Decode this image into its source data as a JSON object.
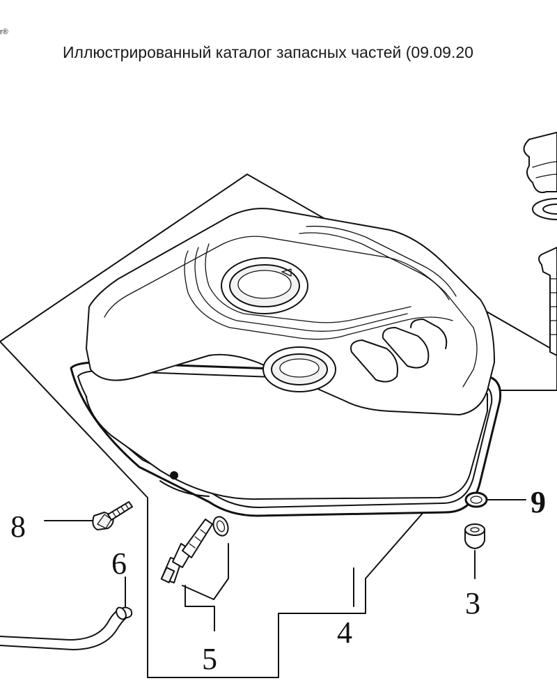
{
  "header": {
    "title": "Иллюстрированный каталог запасных частей (09.09.20",
    "brand_suffix": "r®"
  },
  "callouts": [
    {
      "id": "8",
      "label": "8"
    },
    {
      "id": "6",
      "label": "6"
    },
    {
      "id": "5",
      "label": "5"
    },
    {
      "id": "4",
      "label": "4"
    },
    {
      "id": "3",
      "label": "3"
    },
    {
      "id": "9",
      "label": "9"
    }
  ],
  "colors": {
    "line": "#111111",
    "background": "#ffffff"
  }
}
